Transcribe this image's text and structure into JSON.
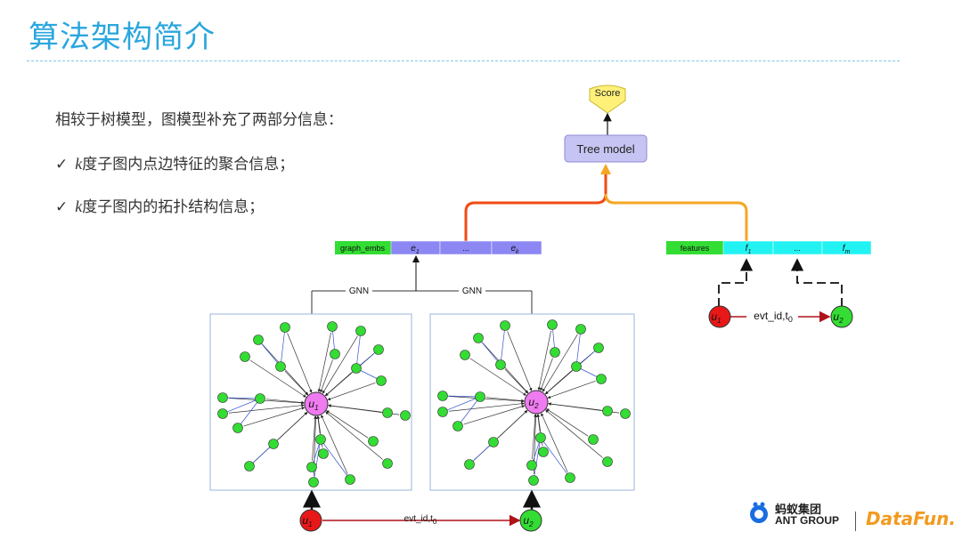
{
  "title": "算法架构简介",
  "intro": "相较于树模型，图模型补充了两部分信息：",
  "bullets": [
    {
      "check": "✓",
      "k": "k",
      "text": "度子图内点边特征的聚合信息；"
    },
    {
      "check": "✓",
      "k": "k",
      "text": "度子图内的拓扑结构信息；"
    }
  ],
  "diagram": {
    "score": "Score",
    "tree_model": "Tree model",
    "graph_embs": "graph_embs",
    "e1": "e",
    "e1_sub": "1",
    "ellipsis": "...",
    "ek": "e",
    "ek_sub": "k",
    "features": "features",
    "f1": "f",
    "f1_sub": "1",
    "fm": "f",
    "fm_sub": "m",
    "gnn": "GNN",
    "u": "u",
    "u1_sub": "1",
    "u2_sub": "2",
    "edge_label": "evt_id,t",
    "edge_sub": "0"
  },
  "logos": {
    "ant_cn": "蚂蚁集团",
    "ant_en": "ANT GROUP",
    "datafun": "DataFun."
  },
  "colors": {
    "title": "#2aa6de",
    "tree_model": "#c6c4f2",
    "score": "#fff07a",
    "green": "#33dd33",
    "purple_cell": "#8c87f2",
    "cyan_cell": "#22f2f2",
    "red_node": "#e81818",
    "magenta": "#f07af0",
    "red_path": "#f04a14",
    "orange_path": "#f5a623"
  }
}
